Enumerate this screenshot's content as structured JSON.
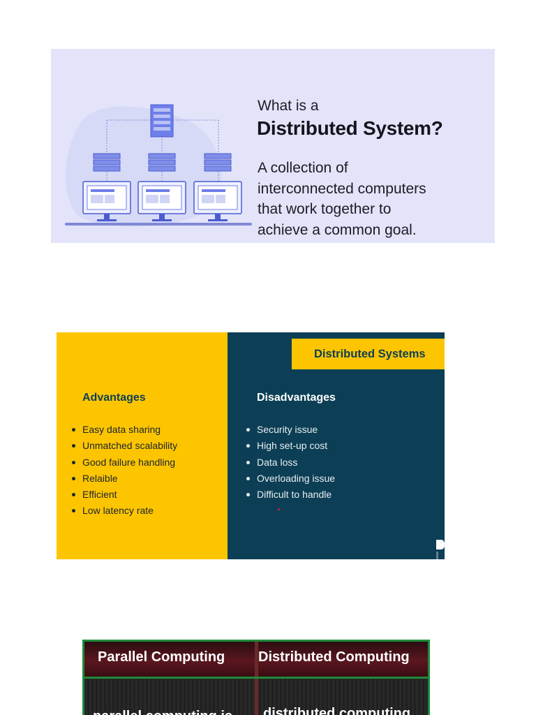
{
  "figure1": {
    "heading_small": "What is a",
    "heading_large": "Distributed System?",
    "description_lines": [
      "A collection of",
      "interconnected computers",
      "that work together to",
      "achieve a common goal."
    ],
    "colors": {
      "background": "#e3e4fa",
      "accent": "#5d6fe6"
    }
  },
  "figure2": {
    "banner": "Distributed Systems",
    "advantages": {
      "heading": "Advantages",
      "items": [
        "Easy data sharing",
        "Unmatched scalability",
        "Good failure handling",
        "Relaible",
        "Efficient",
        "Low latency rate"
      ]
    },
    "disadvantages": {
      "heading": "Disadvantages",
      "items": [
        "Security issue",
        "High set-up cost",
        "Data loss",
        "Overloading issue",
        "Difficult to handle"
      ]
    },
    "colors": {
      "yellow": "#fdc500",
      "navy": "#0c3f55"
    }
  },
  "figure3": {
    "headers": [
      "Parallel Computing",
      "Distributed Computing"
    ],
    "body_partial": [
      "parallel computing is",
      "distributed computing"
    ],
    "colors": {
      "border": "#1e8b3a",
      "header": "#5b1720"
    }
  }
}
